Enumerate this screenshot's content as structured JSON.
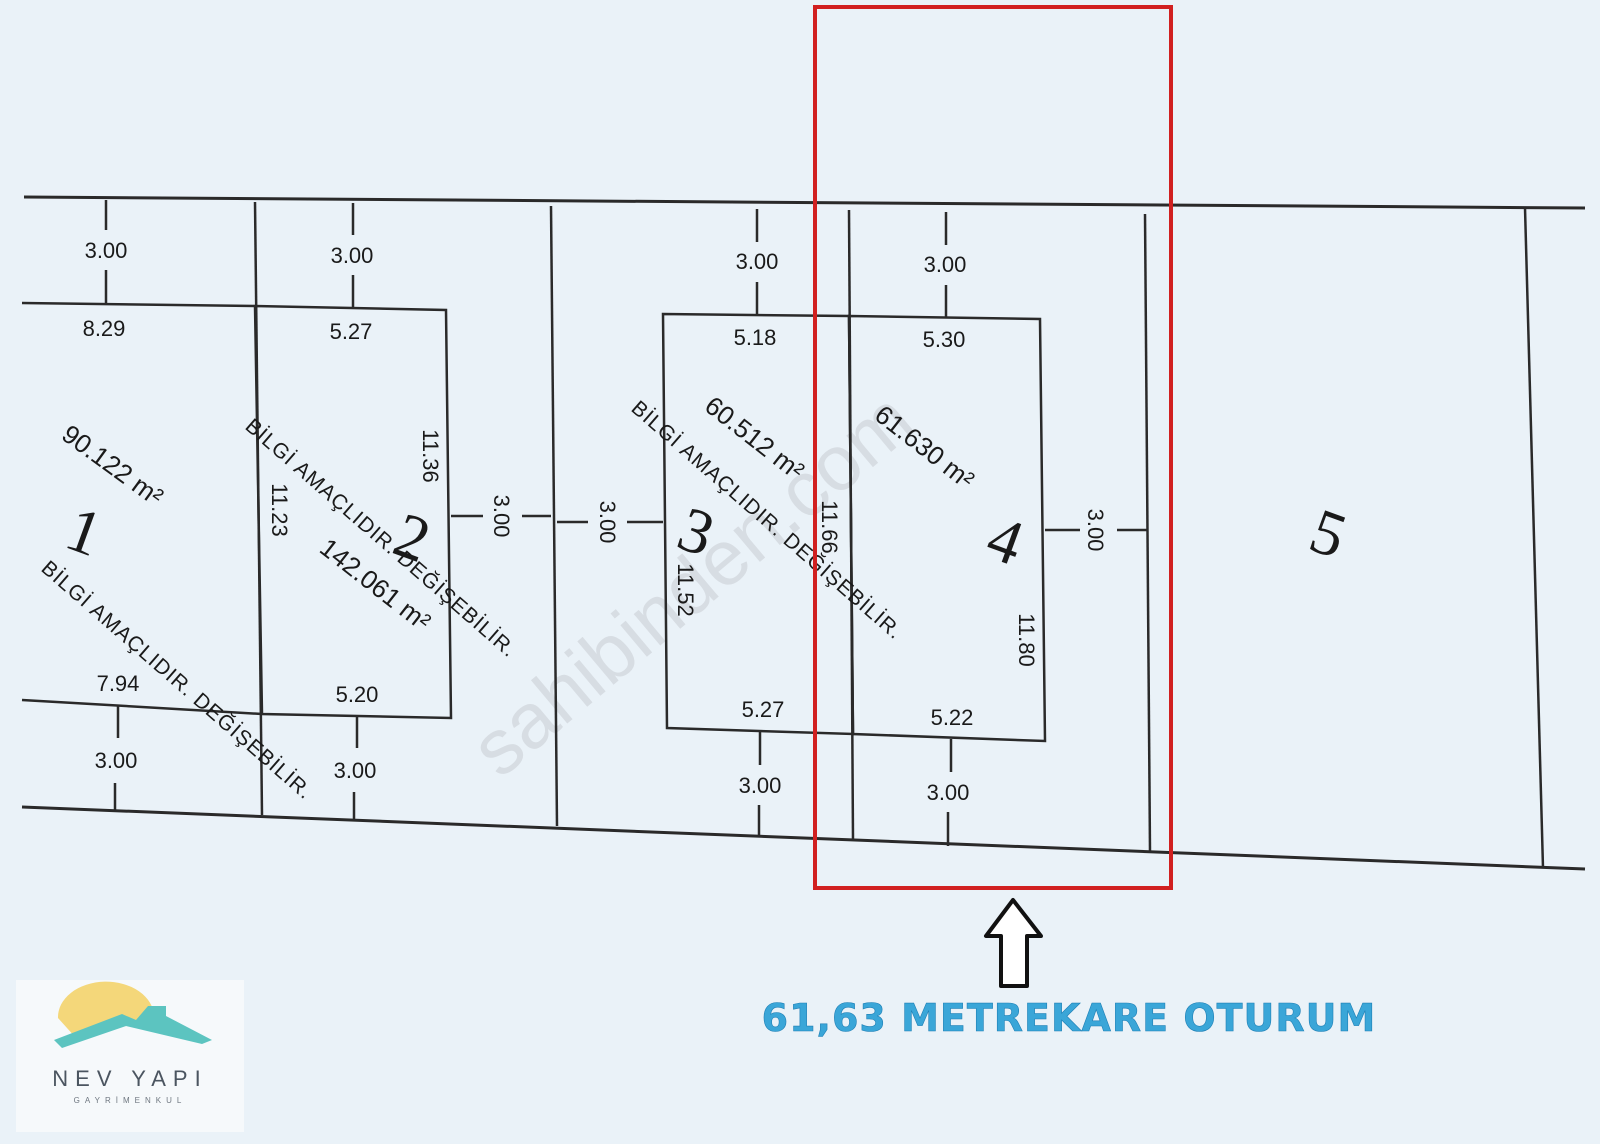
{
  "watermark": "sahibinden.com",
  "caption": "61,63 METREKARE OTURUM",
  "logo": {
    "brand": "NEV YAPI",
    "subtitle": "GAYRİMENKUL"
  },
  "notes": {
    "lot1": "BİLGİ AMAÇLIDIR. DEĞİŞEBİLİR.",
    "lot2": "BİLGİ AMAÇLIDIR. DEĞİŞEBİLİR.",
    "lot34": "BİLGİ AMAÇLIDIR. DEĞİŞEBİLİR."
  },
  "lots": [
    {
      "number": "1",
      "area": "90.122 m²",
      "dims": {
        "top_setback": "3.00",
        "top": "8.29",
        "bottom": "7.94",
        "bottom_setback": "3.00"
      }
    },
    {
      "number": "2",
      "area": "142.061 m²",
      "dims": {
        "top_setback": "3.00",
        "top": "5.27",
        "left": "11.23",
        "right": "11.36",
        "bottom": "5.20",
        "bottom_setback": "3.00",
        "side_setback": "3.00"
      }
    },
    {
      "number": "3",
      "area": "60.512 m²",
      "dims": {
        "top_setback": "3.00",
        "top": "5.18",
        "left": "11.52",
        "right": "11.66",
        "bottom": "5.27",
        "bottom_setback": "3.00",
        "side_setback": "3.00"
      }
    },
    {
      "number": "4",
      "area": "61.630 m²",
      "dims": {
        "top_setback": "3.00",
        "top": "5.30",
        "right": "11.80",
        "bottom": "5.22",
        "bottom_setback": "3.00",
        "side_setback": "3.00"
      }
    },
    {
      "number": "5"
    }
  ],
  "colors": {
    "background": "#eaf2f8",
    "highlight": "#d12020",
    "caption": "#3aa6d8",
    "logo_teal": "#5cc4c0",
    "logo_sun": "#f4d77a"
  }
}
